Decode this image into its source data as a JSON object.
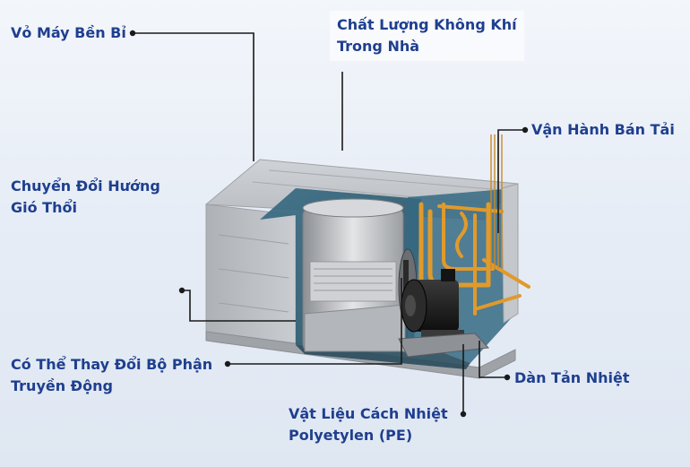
{
  "labels": {
    "vo_may": "Vỏ Máy Bền Bỉ",
    "chat_luong": "Chất Lượng Không Khí\nTrong Nhà",
    "van_hanh": "Vận Hành Bán Tải",
    "chuyen_doi": "Chuyển Đổi Hướng\nGió Thổi",
    "thay_doi": "Có Thể Thay Đổi Bộ Phận\nTruyền Động",
    "dan_tan": "Dàn Tản Nhiệt",
    "vat_lieu": "Vật Liệu Cách Nhiệt\nPolyetylen (PE)"
  },
  "colors": {
    "label_text": "#1f3f8f",
    "leader_line": "#1a1a1a",
    "casing": "#b9bcc1",
    "insulation": "#3f6f86",
    "copper_pipe": "#e09a2c",
    "motor": "#1b1b1b"
  }
}
